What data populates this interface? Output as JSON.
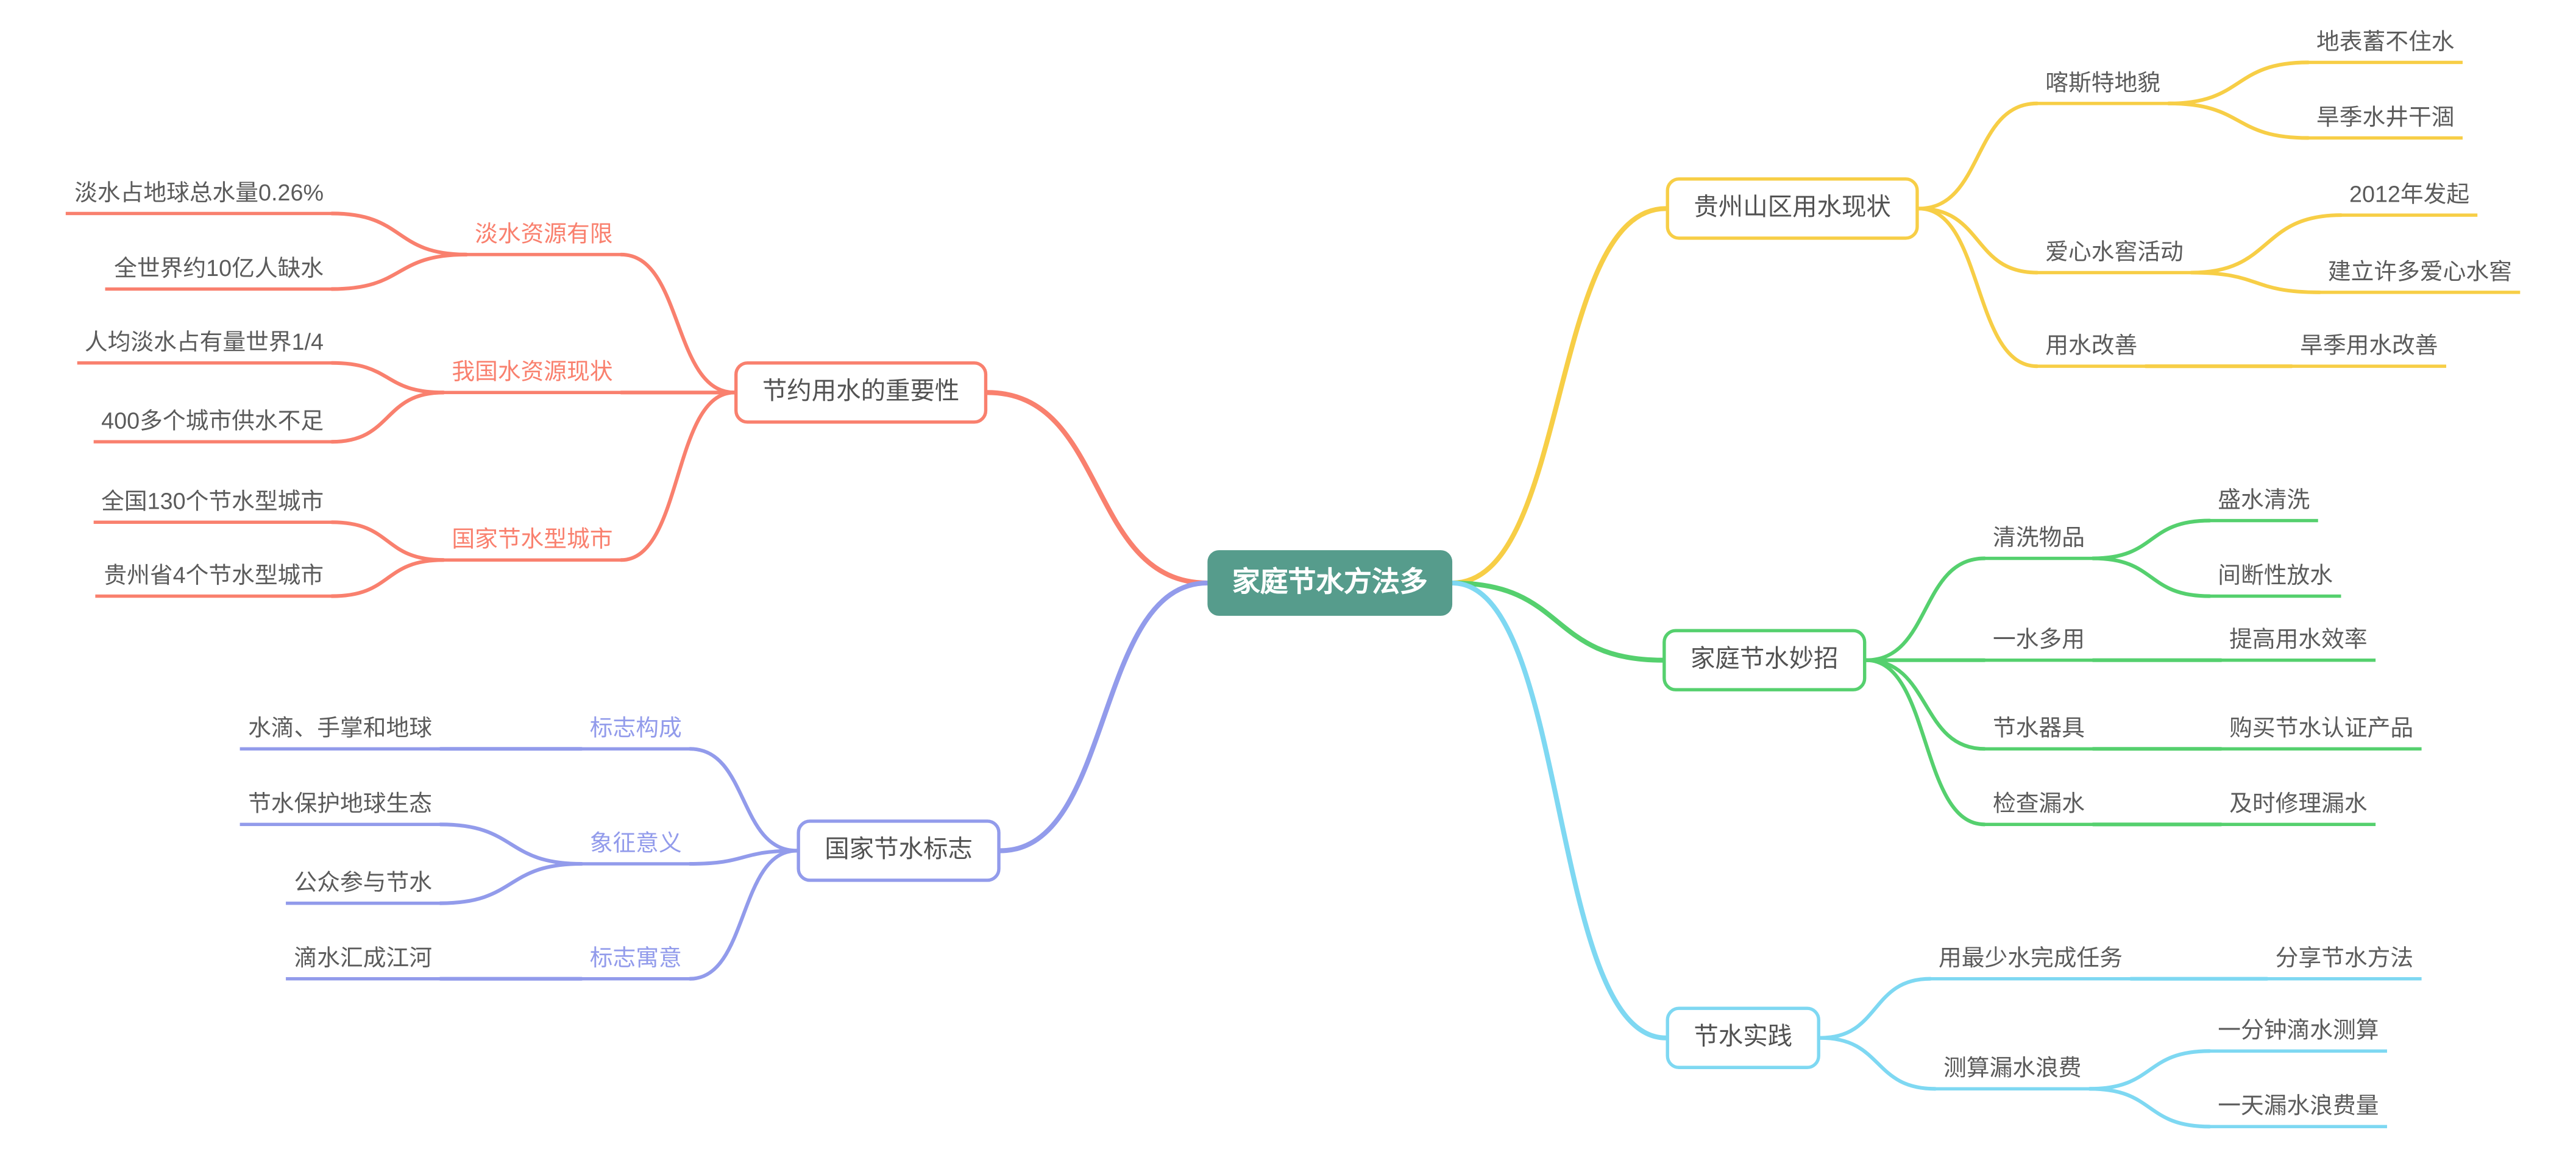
{
  "colors": {
    "central_bg": "#569C8C",
    "central_text": "#ffffff",
    "coral": "#F9806E",
    "purple": "#929BEB",
    "yellow": "#F7CE46",
    "green": "#55D06E",
    "cyan": "#7ED8F2",
    "dark_text": "#5B5B5B"
  },
  "central": {
    "label": "家庭节水方法多"
  },
  "branches": [
    {
      "label": "节约用水的重要性",
      "children": [
        {
          "label": "淡水资源有限",
          "children": [
            {
              "label": "淡水占地球总水量0.26%"
            },
            {
              "label": "全世界约10亿人缺水"
            }
          ]
        },
        {
          "label": "我国水资源现状",
          "children": [
            {
              "label": "人均淡水占有量世界1/4"
            },
            {
              "label": "400多个城市供水不足"
            }
          ]
        },
        {
          "label": "国家节水型城市",
          "children": [
            {
              "label": "全国130个节水型城市"
            },
            {
              "label": "贵州省4个节水型城市"
            }
          ]
        }
      ]
    },
    {
      "label": "国家节水标志",
      "children": [
        {
          "label": "标志构成",
          "children": [
            {
              "label": "水滴、手掌和地球"
            }
          ]
        },
        {
          "label": "象征意义",
          "children": [
            {
              "label": "节水保护地球生态"
            },
            {
              "label": "公众参与节水"
            }
          ]
        },
        {
          "label": "标志寓意",
          "children": [
            {
              "label": "滴水汇成江河"
            }
          ]
        }
      ]
    },
    {
      "label": "贵州山区用水现状",
      "children": [
        {
          "label": "喀斯特地貌",
          "children": [
            {
              "label": "地表蓄不住水"
            },
            {
              "label": "旱季水井干涸"
            }
          ]
        },
        {
          "label": "爱心水窖活动",
          "children": [
            {
              "label": "2012年发起"
            },
            {
              "label": "建立许多爱心水窖"
            }
          ]
        },
        {
          "label": "用水改善",
          "children": [
            {
              "label": "旱季用水改善"
            }
          ]
        }
      ]
    },
    {
      "label": "家庭节水妙招",
      "children": [
        {
          "label": "清洗物品",
          "children": [
            {
              "label": "盛水清洗"
            },
            {
              "label": "间断性放水"
            }
          ]
        },
        {
          "label": "一水多用",
          "children": [
            {
              "label": "提高用水效率"
            }
          ]
        },
        {
          "label": "节水器具",
          "children": [
            {
              "label": "购买节水认证产品"
            }
          ]
        },
        {
          "label": "检查漏水",
          "children": [
            {
              "label": "及时修理漏水"
            }
          ]
        }
      ]
    },
    {
      "label": "节水实践",
      "children": [
        {
          "label": "用最少水完成任务",
          "children": [
            {
              "label": "分享节水方法"
            }
          ]
        },
        {
          "label": "测算漏水浪费",
          "children": [
            {
              "label": "一分钟滴水测算"
            },
            {
              "label": "一天漏水浪费量"
            }
          ]
        }
      ]
    }
  ]
}
